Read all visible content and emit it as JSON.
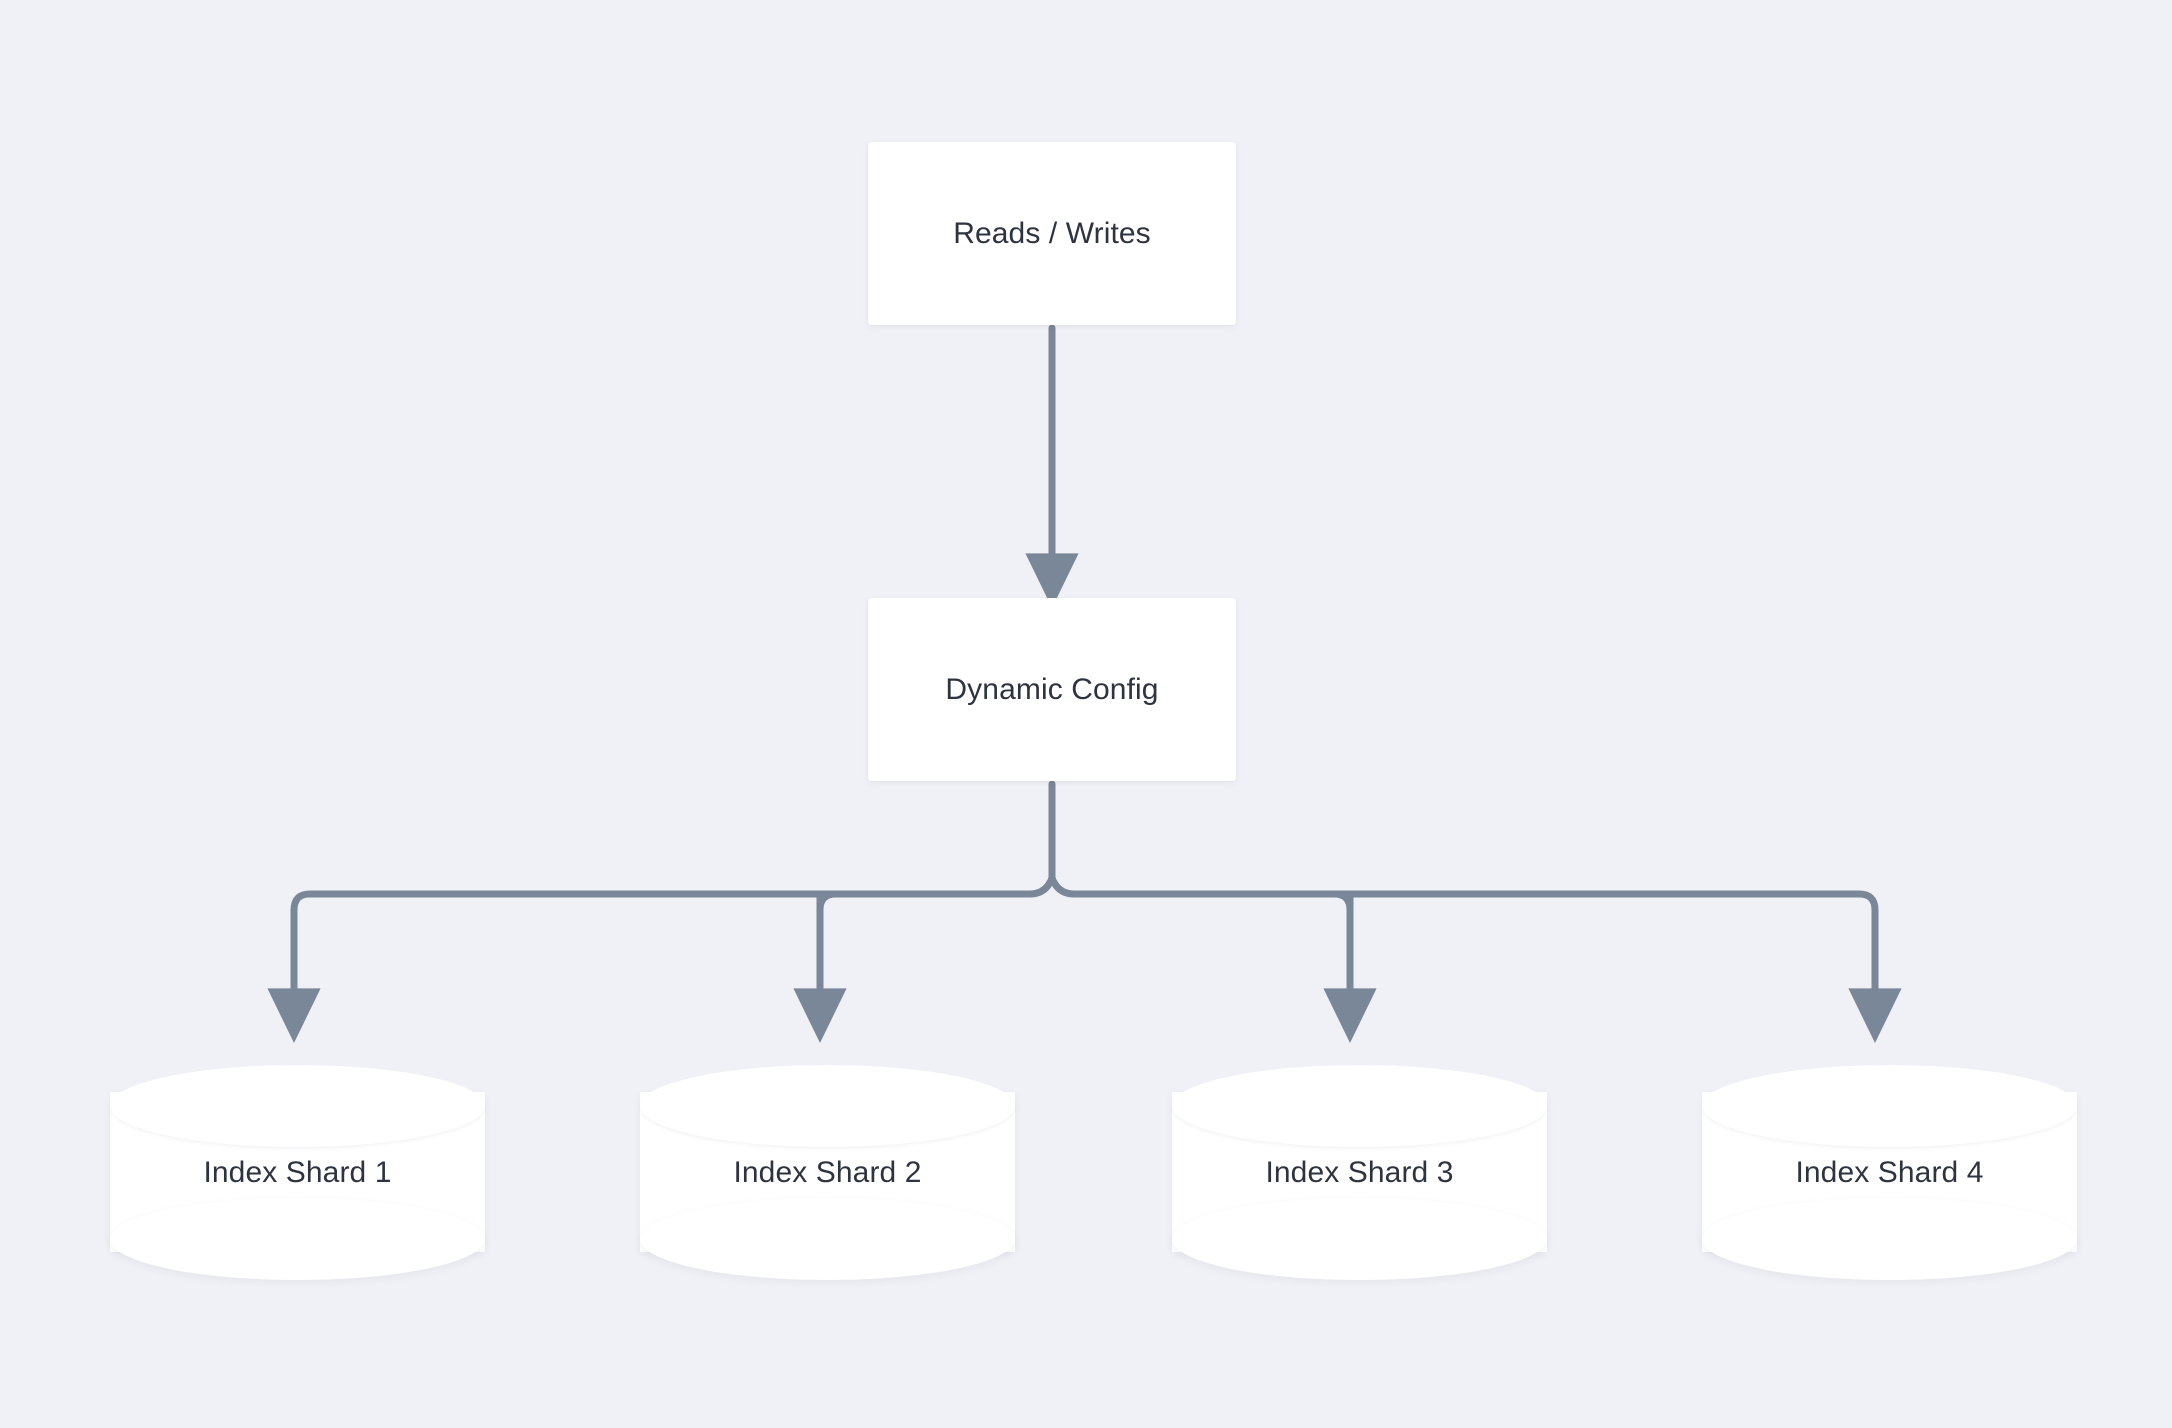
{
  "diagram": {
    "type": "flowchart",
    "background_color": "#f0f1f6",
    "connector_color": "#7a8799",
    "node_fill_color": "#ffffff",
    "text_color": "#2d3440",
    "nodes": [
      {
        "id": "reads-writes",
        "label": "Reads / Writes",
        "shape": "rectangle"
      },
      {
        "id": "dynamic-config",
        "label": "Dynamic Config",
        "shape": "rectangle"
      },
      {
        "id": "index-shard-1",
        "label": "Index Shard 1",
        "shape": "cylinder"
      },
      {
        "id": "index-shard-2",
        "label": "Index Shard 2",
        "shape": "cylinder"
      },
      {
        "id": "index-shard-3",
        "label": "Index Shard 3",
        "shape": "cylinder"
      },
      {
        "id": "index-shard-4",
        "label": "Index Shard 4",
        "shape": "cylinder"
      }
    ],
    "edges": [
      {
        "from": "reads-writes",
        "to": "dynamic-config",
        "arrow": true
      },
      {
        "from": "dynamic-config",
        "to": "index-shard-1",
        "arrow": true
      },
      {
        "from": "dynamic-config",
        "to": "index-shard-2",
        "arrow": true
      },
      {
        "from": "dynamic-config",
        "to": "index-shard-3",
        "arrow": true
      },
      {
        "from": "dynamic-config",
        "to": "index-shard-4",
        "arrow": true
      }
    ]
  }
}
